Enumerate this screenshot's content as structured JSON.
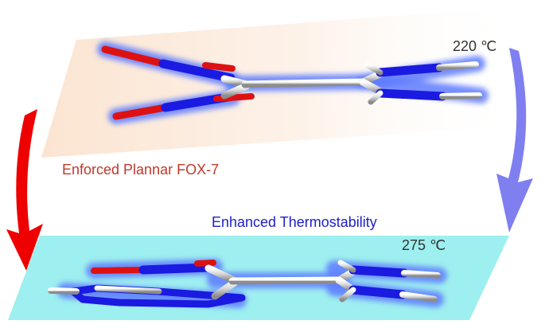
{
  "labels": {
    "top_molecule": "Enforced Plannar FOX-7",
    "bottom_molecule": "Enhanced Thermostability",
    "temp_top": "220 ℃",
    "temp_bottom": "275 ℃"
  },
  "colors": {
    "top_label": "#c0392b",
    "bottom_label": "#2020c8",
    "temp_text": "#333333",
    "top_plane": "#fbe3cf",
    "bottom_plane": "#9eefef",
    "left_arrow": "#ee0000",
    "right_arrow": "#7f7ff0",
    "atom_oxygen": "#dd1111",
    "atom_nitrogen": "#1a1ae0",
    "atom_carbon": "#cfcfcf",
    "atom_hydrogen": "#9a9a9a"
  },
  "icons": {
    "left_arrow": "curved-arrow-down-icon",
    "right_arrow": "curved-arrow-down-icon"
  }
}
